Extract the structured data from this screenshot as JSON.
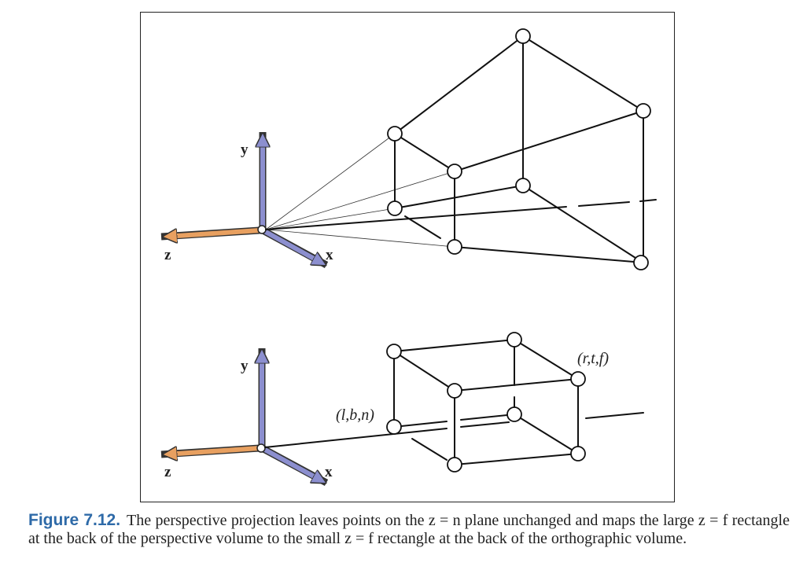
{
  "figure": {
    "axes": {
      "y_label": "y",
      "z_label": "z",
      "x_label": "x"
    },
    "bottom_labels": {
      "near_corner": "(l,b,n)",
      "far_corner": "(r,t,f)"
    },
    "colors": {
      "y_axis": "#8c8fcf",
      "x_axis": "#8c8fcf",
      "z_axis": "#e8a060",
      "caption_label": "#2e6aa8"
    }
  },
  "caption": {
    "label": "Figure 7.12.",
    "text": "The perspective projection leaves points on the z = n plane unchanged and maps the large z = f rectangle at the back of the perspective volume to the small z = f rectangle at the back of the orthographic volume."
  }
}
